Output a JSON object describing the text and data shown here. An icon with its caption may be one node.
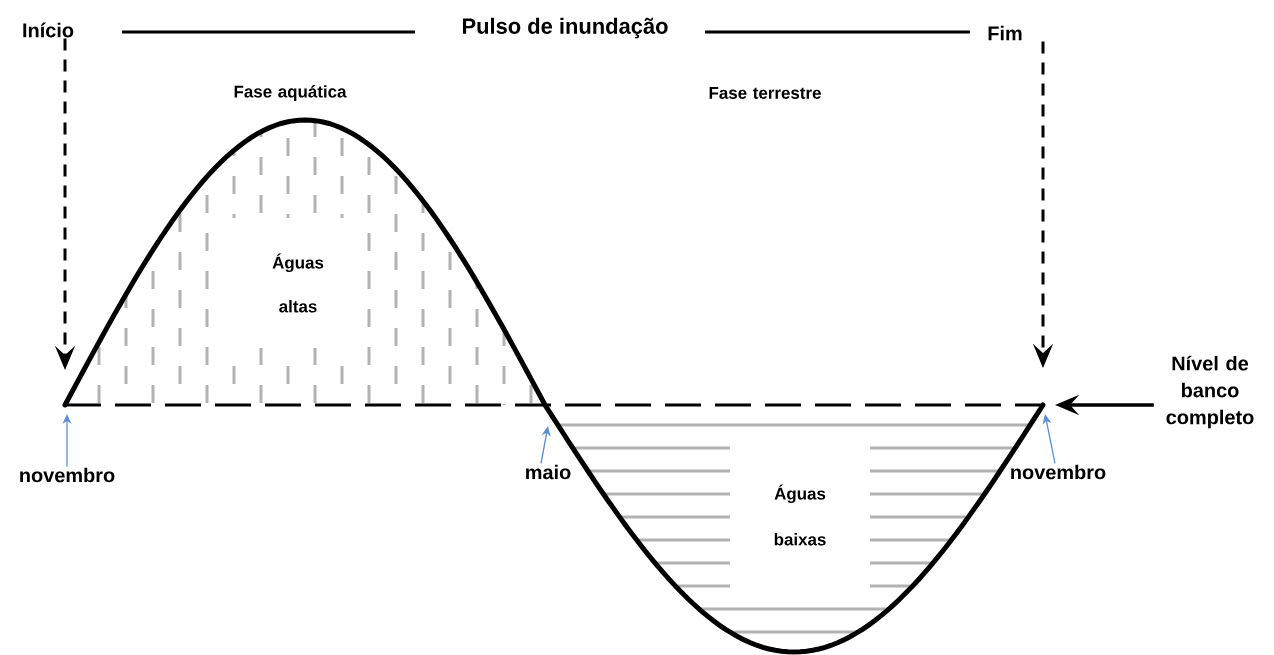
{
  "diagram": {
    "title": "Pulso de inundação",
    "nodes": [
      {
        "text": [
          "Início"
        ]
      },
      {
        "text": [
          "Fim"
        ]
      },
      {
        "text": [
          "Nível de banco completo"
        ]
      },
      {
        "text": [
          "novembro"
        ]
      },
      {
        "text": [
          "maio"
        ]
      },
      {
        "text": [
          "novembro"
        ]
      }
    ],
    "edges": [
      {
        "from": 0,
        "to": null,
        "arrow": "to",
        "style": "dashed"
      },
      {
        "from": 1,
        "to": null,
        "arrow": "to",
        "style": "dashed"
      },
      {
        "from": 2,
        "to": null,
        "arrow": "to",
        "style": "thick"
      },
      {
        "from": 3,
        "to": null,
        "arrow": "to",
        "color": "#5b8fd0"
      },
      {
        "from": 4,
        "to": null,
        "arrow": "to",
        "color": "#5b8fd0"
      },
      {
        "from": 5,
        "to": null,
        "arrow": "to",
        "color": "#5b8fd0"
      }
    ],
    "labels": [
      "Fase aquática",
      "Fase terrestre",
      "Águas altas",
      "Águas baixas"
    ]
  }
}
